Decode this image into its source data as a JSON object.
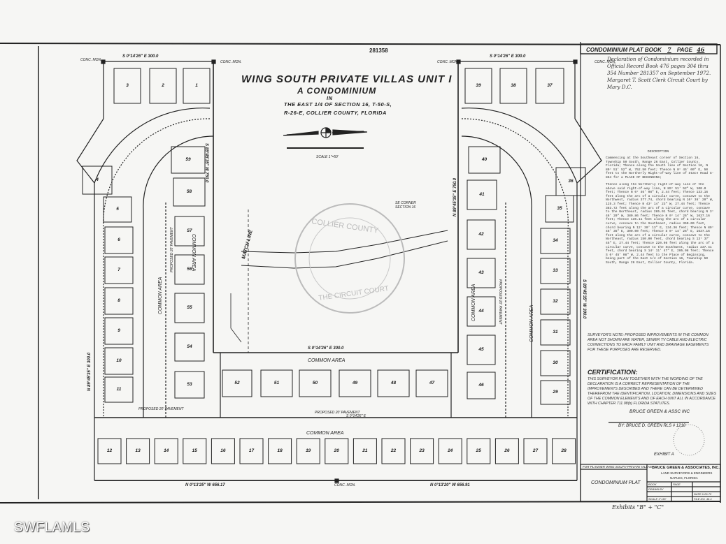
{
  "document": {
    "number": "281358",
    "plat_book_label": "CONDOMINIUM PLAT BOOK",
    "plat_book_number": "7",
    "page_label": "PAGE",
    "page_number": "46",
    "title": "WING SOUTH PRIVATE VILLAS UNIT I",
    "subtitle": "A CONDOMINIUM",
    "in": "IN",
    "location_line1": "THE EAST 1/4 OF SECTION 16, T-50-S,",
    "location_line2": "R-26-E, COLLIER COUNTY, FLORIDA",
    "scale": "SCALE 1\"=50'",
    "recording_note": "Declaration of Condominium recorded in Official Record Book 476 pages 304 thru 354 Number 281357 on September 1972. Margaret T. Scott Clerk Circuit Court by Mary D.C."
  },
  "plat_labels": {
    "conc_mon": "CONC. MON.",
    "top_left_bearing": "S 0°14'26\" E   300.0",
    "top_right_bearing": "S 0°14'26\" E   300.0",
    "courtyard_bearing": "S 0°14'26\" E   300.0",
    "left_outer_bearing": "N 89°45'35\" E   300.0",
    "left_inner_bearing": "S 89°45'35\" W   750.0",
    "right_inner_bearing": "N 89°45'35\" E   750.0",
    "right_outer_bearing": "S 89°45'35\" W   300.0",
    "bottom_left_bearing": "N 0°13'25\" W   656.17",
    "bottom_right_bearing": "N 0°13'20\" W   656.91",
    "lower_bearing": "S 0°14'26\" E",
    "common_area": "COMMON AREA",
    "match_line": "MATCH LINE",
    "se_corner": "SE CORNER SECTION 16",
    "proposed_pavement": "PROPOSED 20' PAVEMENT",
    "seal_text_top": "COLLIER COUNTY",
    "seal_text_bottom": "THE CIRCUIT COURT"
  },
  "units": {
    "top_left": [
      "3",
      "2",
      "1"
    ],
    "top_right": [
      "39",
      "38",
      "37"
    ],
    "left_arc": [
      "4",
      "5"
    ],
    "left_column": [
      "6",
      "7",
      "8",
      "9",
      "10",
      "11"
    ],
    "inner_left": [
      "59",
      "58",
      "57",
      "56",
      "55",
      "54",
      "53"
    ],
    "inner_right": [
      "40",
      "41",
      "42",
      "43",
      "44",
      "45",
      "46"
    ],
    "right_arc": [
      "36",
      "35"
    ],
    "right_column": [
      "34",
      "33",
      "32",
      "31",
      "30",
      "29"
    ],
    "bottom_center": [
      "52",
      "51",
      "50",
      "49",
      "48",
      "47"
    ],
    "bottom_row": [
      "12",
      "13",
      "14",
      "15",
      "16",
      "17",
      "18",
      "19",
      "20",
      "21",
      "22",
      "23",
      "24",
      "25",
      "26",
      "27",
      "28"
    ]
  },
  "description": {
    "heading": "DESCRIPTION",
    "para1": "Commencing at the Southeast corner of Section 16, Township 50 South, Range 26 East, Collier County, Florida; Thence along the South line of Section 16, N 89° 51' 52\" W, 752.50 feet; Thence N 0° 45' 00\" E, 50 feet to the Northerly Right-of-way line of State Road S-864 for a PLACE OF BEGINNING;",
    "para2": "Thence along the Northerly right-of-way line of the above said right-of-way line, N 89° 51' 52\" W, 100.0 feet; Thence N 0° 46' 08\" E, 2.44 feet; Thence 133.16 feet along the arc of a circular curve, concave to the Northwest, radius 377.74, chord bearing N 10° 36' 20\" W, 125.3 feet; Thence N 43° 14' 23\" W, 27.44 feet; Thence 383.72 feet along the arc of a circular curve, concave to the Northeast, radius 285.01 feet, chord bearing N 3° 46' 20\" W, 380.86 feet; Thence N 0° 14' 26\" W, 1637.16 feet; Thence 135.11 feet along the arc of a circular curve, concave to the Southeast, radius 350.00 feet, chord bearing N 12° 30' 13\" E, 134.36 feet; Thence N 89° 45' 35\" E, 300.00 feet; Thence S 0° 14' 26\" E, 1637.16 feet along the arc of a circular curve, concave to the Northeast, radius 150.00 feet, chord bearing S 13° 37' 45\" E, 27.44 feet; Thence 220.08 feet along the arc of a circular curve, concave to the Southwest, radius 237.41 feet, chord bearing S 14° 11' 47\" E, 205.08 feet; Thence S 0° 45' 08\" W, 2.44 feet to the Place of Beginning, being part of the East 1/4 of Section 16, Township 50 South, Range 26 East, Collier County, Florida."
  },
  "surveyors_note": "SURVEYOR'S NOTE: PROPOSED IMPROVEMENTS IN THE COMMON AREA NOT SHOWN ARE WATER, SEWER TV CABLE AND ELECTRIC CONNECTIONS TO EACH FAMILY UNIT AND DRAINAGE EASEMENTS FOR THESE PURPOSES ARE RESERVED.",
  "certification": {
    "heading": "CERTIFICATION:",
    "body": "THIS SURVEYOR PLAN TOGETHER WITH THE WORDING OF THE DECLARATION IS A CORRECT REPRESENTATION OF THE IMPROVEMENTS DESCRIBED AND THERE CAN BE DETERMINED THEREFROM THE IDENTIFICATION, LOCATION, DIMENSIONS AND SIZES OF THE COMMON ELEMENTS AND OF EACH UNIT ALL IN ACCORDANCE WITH CHAPTER 711.08(b) FLORIDA STATUTES.",
    "firm": "BRUCE GREEN & ASSC INC",
    "by": "BY: BRUCE D. GREEN RLS # 1210",
    "exhibit": "EXHIBIT A"
  },
  "title_block": {
    "left_header": "FOR PLANNER  WING SOUTH PRIVATE VILLAS",
    "left_title": "CONDOMINIUM PLAT",
    "firm": "BRUCE GREEN & ASSOCIATES, INC.",
    "firm_sub": "LAND SURVEYORS & ENGINEERS",
    "firm_city": "NAPLES, FLORIDA",
    "book": "BOOK",
    "page": "PAGE",
    "drawn_by": "DRAWN BY",
    "date": "DATE 6-29-72",
    "scale": "SCALE 1\"=50'",
    "file_no": "FILE NO. 46-1"
  },
  "exhibits_note": "Exhibits \"B\" + \"C\"",
  "watermark": "SWFLAMLS"
}
